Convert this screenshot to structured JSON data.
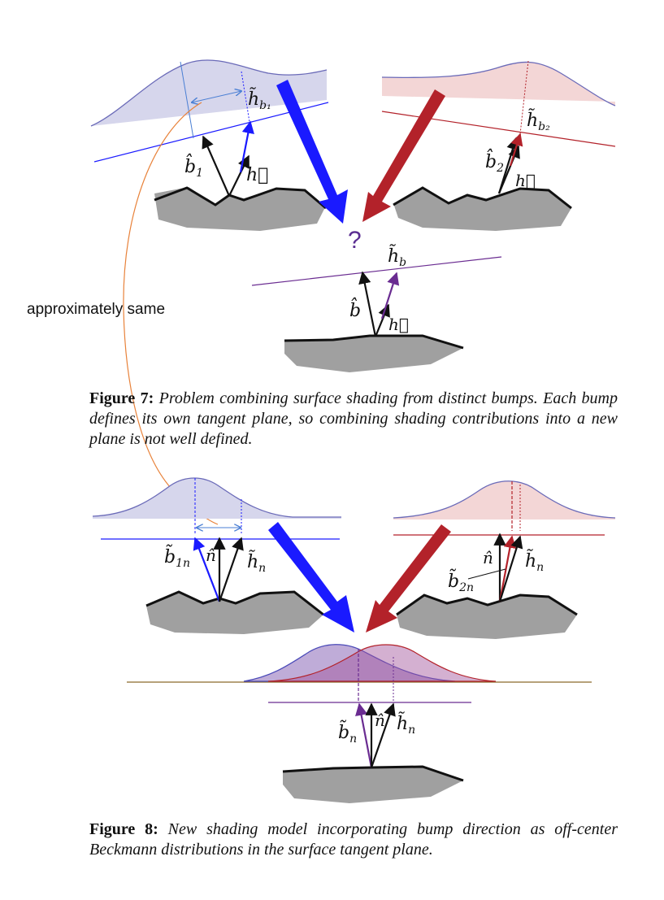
{
  "annotation": {
    "text": "approximately same"
  },
  "question_mark": "?",
  "fig7": {
    "labels": {
      "b1": "b̂",
      "b1_sub": "1",
      "h_left": "h⃗",
      "hb1": "h̃",
      "hb1_sub": "b₁",
      "b2": "b̂",
      "b2_sub": "2",
      "h_right": "h⃗",
      "hb2": "h̃",
      "hb2_sub": "b₂",
      "b": "b̂",
      "h_bottom": "h⃗",
      "hb": "h̃",
      "hb_sub": "b"
    },
    "caption_label": "Figure 7:",
    "caption_text": "Problem combining surface shading from distinct bumps. Each bump defines its own tangent plane, so combining shading contributions into a new plane is not well defined."
  },
  "fig8": {
    "labels": {
      "b1n": "b̃",
      "b1n_sub": "1n",
      "n_left": "n̂",
      "hn_left": "h̃",
      "hn_left_sub": "n",
      "n_right": "n̂",
      "hn_right": "h̃",
      "hn_right_sub": "n",
      "b2n": "b̃",
      "b2n_sub": "2n",
      "bn": "b̃",
      "bn_sub": "n",
      "n_bottom": "n̂",
      "hn_bottom": "h̃",
      "hn_bottom_sub": "n"
    },
    "caption_label": "Figure 8:",
    "caption_text": "New shading model incorporating bump direction as off-center Beckmann distributions in the surface tangent plane."
  },
  "colors": {
    "blue": "#1a1aff",
    "red": "#b3222a",
    "purple": "#6a2c91",
    "orange": "#e8823a",
    "gray": "#a0a0a0",
    "blue_fill": "#d6d6ec",
    "red_fill": "#f3d6d6"
  }
}
